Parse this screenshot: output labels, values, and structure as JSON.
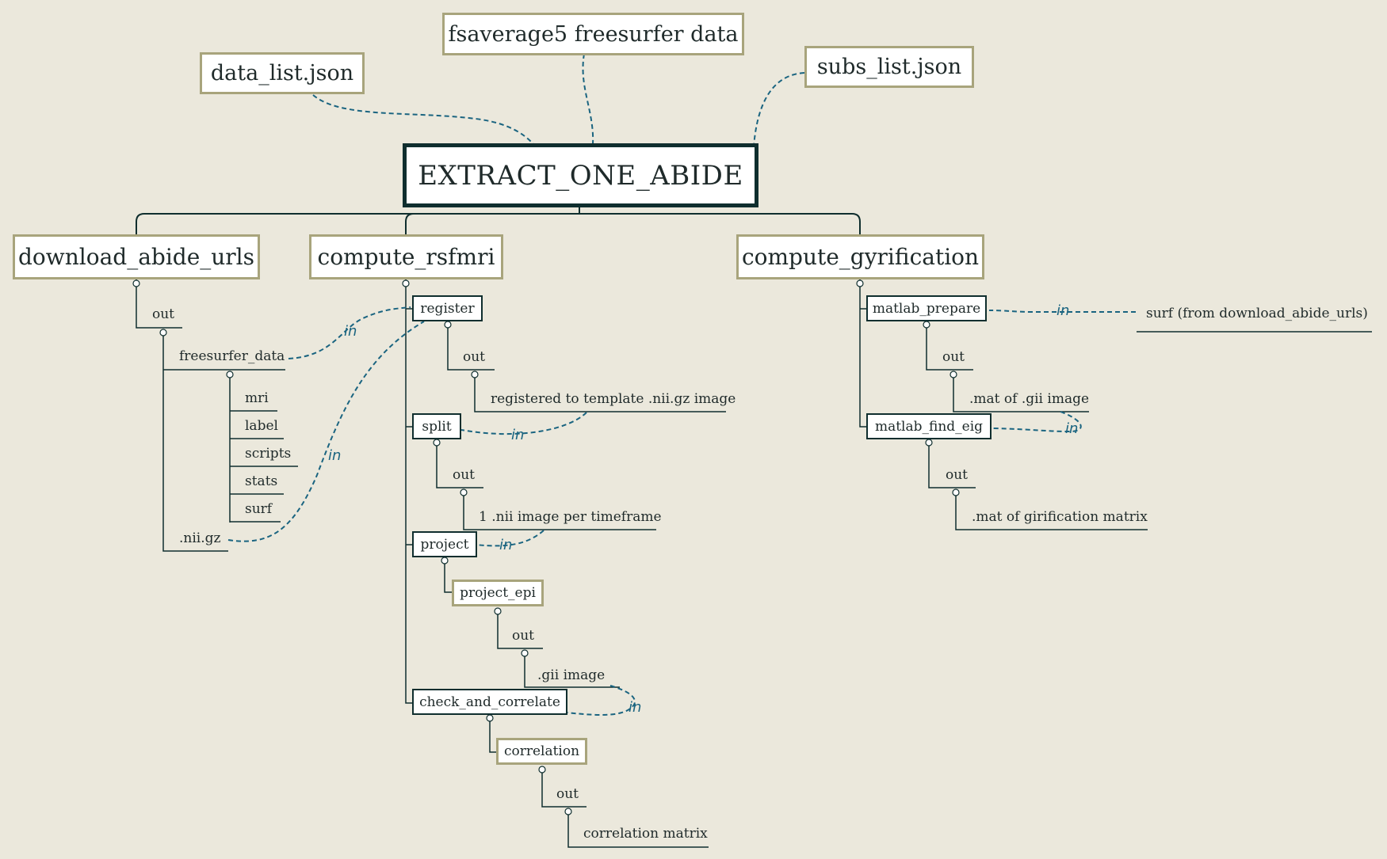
{
  "diagram": {
    "root": "EXTRACT_ONE_ABIDE",
    "inputs": {
      "data_list": "data_list.json",
      "fsaverage": "fsaverage5 freesurfer data",
      "subs_list": "subs_list.json"
    },
    "branches": {
      "download": "download_abide_urls",
      "rsfmri": "compute_rsfmri",
      "gyrification": "compute_gyrification"
    },
    "download": {
      "out": "out",
      "freesurfer_data": "freesurfer_data",
      "items": [
        "mri",
        "label",
        "scripts",
        "stats",
        "surf"
      ],
      "niigz": ".nii.gz"
    },
    "rsfmri": {
      "register": "register",
      "register_out": "out",
      "register_output": "registered to template .nii.gz image",
      "split": "split",
      "split_out": "out",
      "split_output": "1 .nii image per timeframe",
      "project": "project",
      "project_epi": "project_epi",
      "project_out": "out",
      "project_output": ".gii image",
      "check": "check_and_correlate",
      "correlation": "correlation",
      "correlation_out": "out",
      "correlation_output": "correlation matrix"
    },
    "gyrification": {
      "prepare": "matlab_prepare",
      "prepare_out": "out",
      "prepare_output": ".mat of .gii image",
      "find_eig": "matlab_find_eig",
      "eig_out": "out",
      "eig_output": ".mat of girification matrix",
      "surf_source": "surf (from download_abide_urls)"
    },
    "edge_label": "in",
    "colors": {
      "background": "#ebe8dc",
      "dark_border": "#0f2e2e",
      "olive_border": "#a8a47c",
      "link": "#1a6480"
    }
  }
}
